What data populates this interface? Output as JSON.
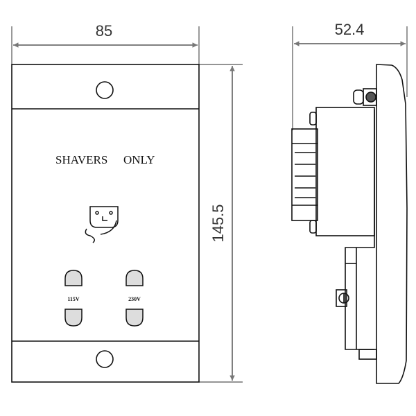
{
  "dimensions": {
    "width": "85",
    "depth": "52.4",
    "height": "145.5"
  },
  "front": {
    "label_left": "SHAVERS",
    "label_right": "ONLY",
    "socket_left_voltage": "115V",
    "socket_right_voltage": "230V"
  },
  "colors": {
    "line": "#111111",
    "dimension": "#555555",
    "arrow": "#777777"
  }
}
